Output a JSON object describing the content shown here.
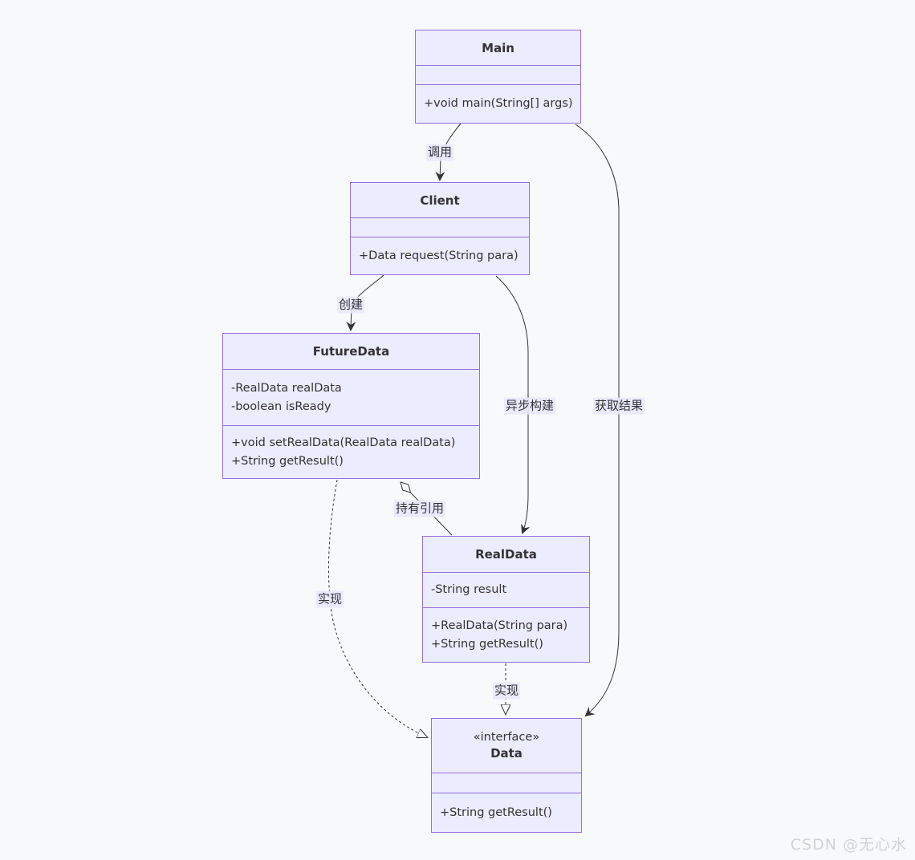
{
  "classes": {
    "main": {
      "name": "Main",
      "methods": [
        "+void main(String[] args)"
      ]
    },
    "client": {
      "name": "Client",
      "methods": [
        "+Data request(String para)"
      ]
    },
    "future_data": {
      "name": "FutureData",
      "attributes": [
        "-RealData realData",
        "-boolean isReady"
      ],
      "methods": [
        "+void setRealData(RealData realData)",
        "+String getResult()"
      ]
    },
    "real_data": {
      "name": "RealData",
      "attributes": [
        "-String result"
      ],
      "methods": [
        "+RealData(String para)",
        "+String getResult()"
      ]
    },
    "data": {
      "stereotype": "«interface»",
      "name": "Data",
      "methods": [
        "+String getResult()"
      ]
    }
  },
  "edges": {
    "main_to_client": {
      "label": "调用",
      "style": "solid-arrow"
    },
    "client_to_futuredata": {
      "label": "创建",
      "style": "solid-arrow"
    },
    "client_to_realdata": {
      "label": "异步构建",
      "style": "solid-arrow"
    },
    "main_to_data": {
      "label": "获取结果",
      "style": "solid-arrow"
    },
    "futuredata_to_realdata": {
      "label": "持有引用",
      "style": "aggregation-diamond"
    },
    "futuredata_to_data": {
      "label": "实现",
      "style": "dashed-realization"
    },
    "realdata_to_data": {
      "label": "实现",
      "style": "dashed-realization"
    }
  },
  "colors": {
    "box_fill": "#ECECFF",
    "box_border": "#9370DB",
    "edge_line": "#333333",
    "label_bg": "#E8E8FF",
    "background": "#F8F9FB",
    "watermark": "#D2D2D2"
  },
  "watermark": "CSDN @无心水"
}
